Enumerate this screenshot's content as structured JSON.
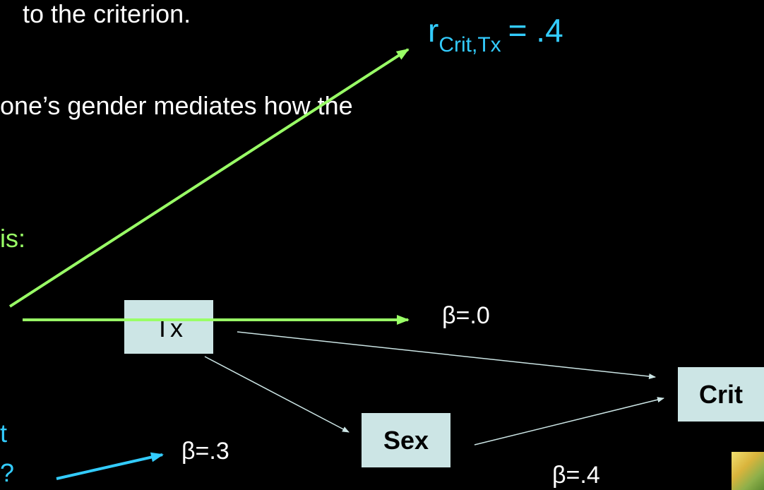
{
  "slide": {
    "line1": "to the criterion.",
    "line2": "one’s gender mediates how the",
    "line3": "is:",
    "left_fragment_1": "t",
    "left_fragment_2": "?"
  },
  "correlation_label": {
    "r": "r",
    "subscript": "Crit,Tx",
    "value": "= .4"
  },
  "diagram": {
    "nodes": {
      "tx": "Tx",
      "sex": "Sex",
      "crit": "Crit"
    },
    "betas": {
      "tx_crit": "β=.0",
      "tx_sex": "β=.3",
      "sex_crit": "β=.4"
    }
  },
  "colors": {
    "background": "#000000",
    "text": "#ffffff",
    "green": "#99ff66",
    "blue": "#33ccff",
    "box": "#cce5e5"
  }
}
